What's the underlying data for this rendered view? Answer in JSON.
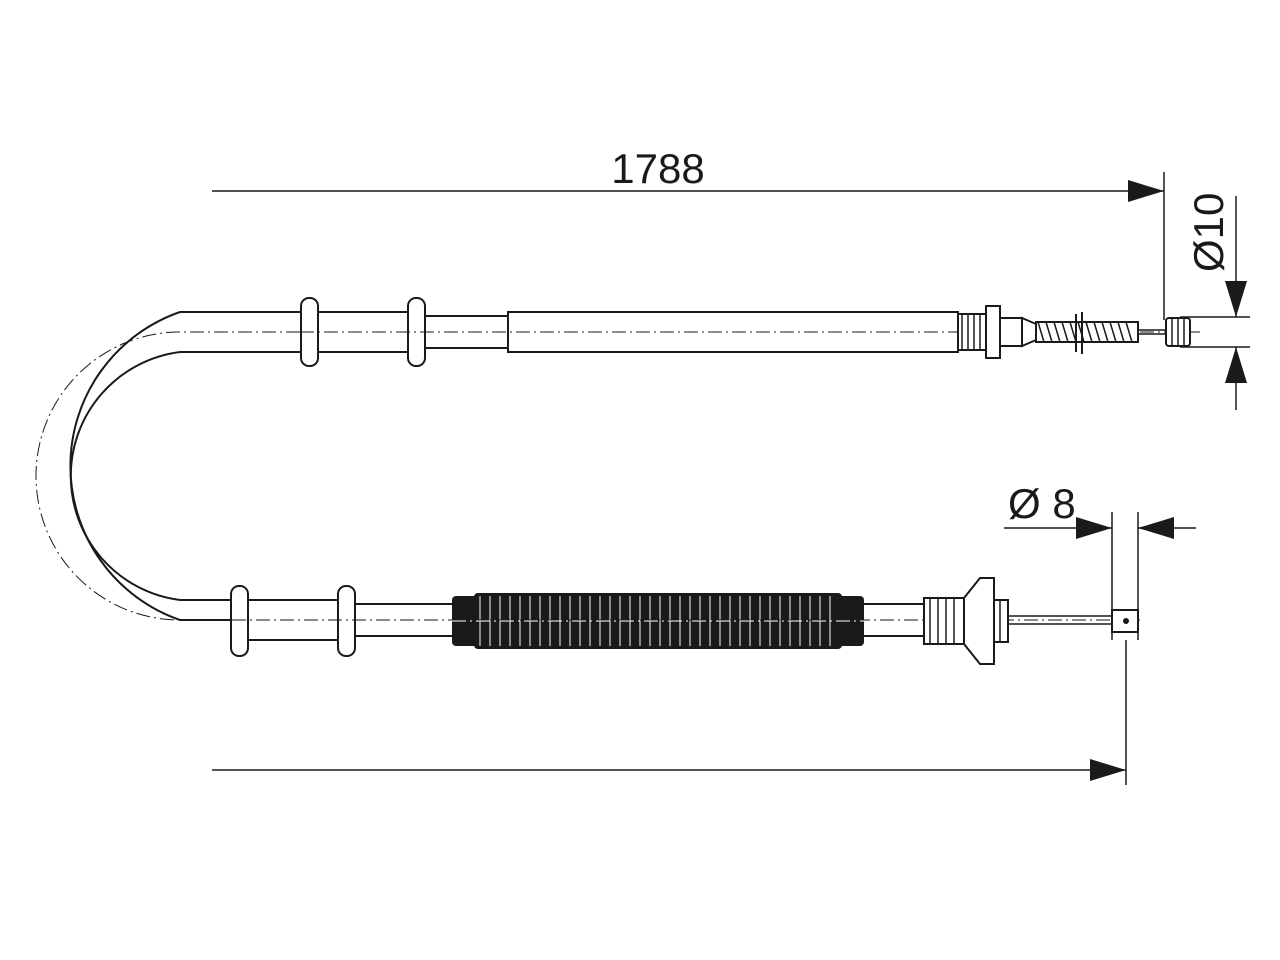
{
  "dimensions": {
    "overall_length": "1788",
    "end_diameter_top": "Ø10",
    "end_diameter_bottom": "Ø 8"
  },
  "colors": {
    "line": "#1a1a1a",
    "background": "#ffffff"
  }
}
